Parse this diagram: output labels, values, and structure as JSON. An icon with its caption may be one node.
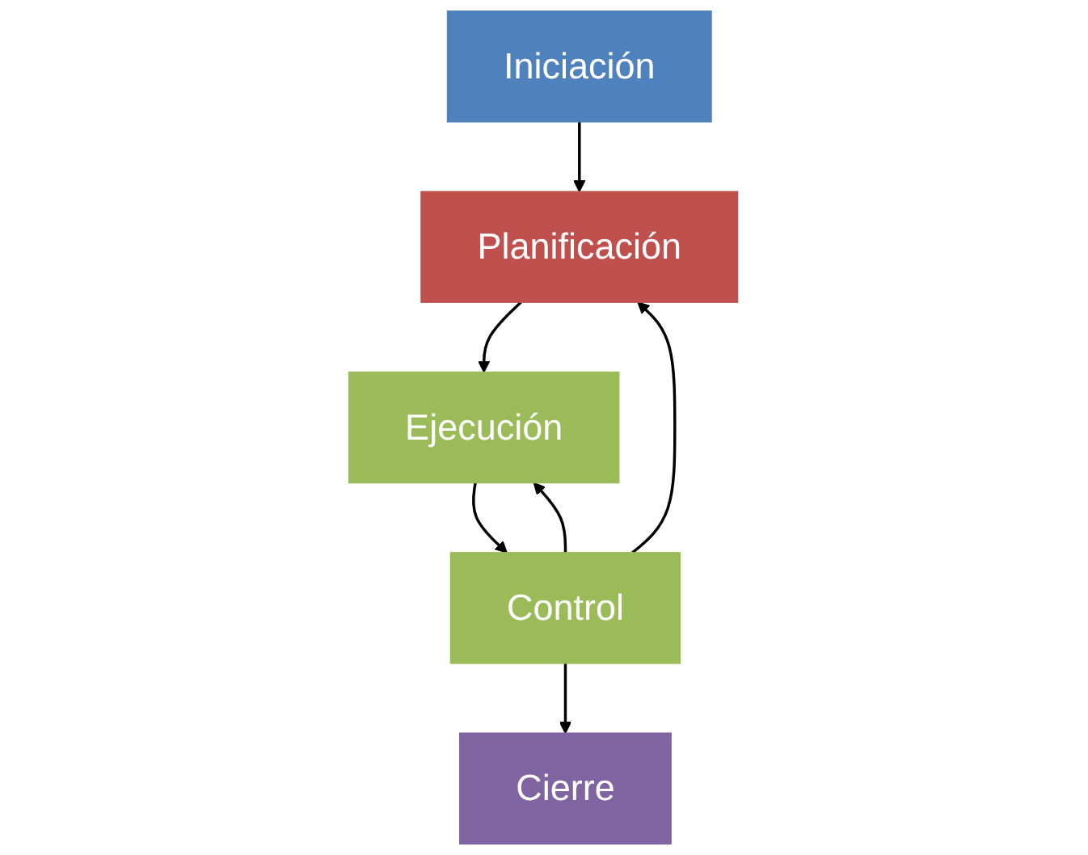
{
  "diagram": {
    "nodes": [
      {
        "text": [
          "Iniciación"
        ]
      },
      {
        "text": [
          "Planificación"
        ]
      },
      {
        "text": [
          "Control"
        ]
      },
      {
        "text": [
          "Ejecución"
        ]
      },
      {
        "text": [
          "Cierre"
        ]
      }
    ],
    "edges": [
      {
        "from": 0,
        "to": 1,
        "arrow": "to"
      },
      {
        "from": 2,
        "to": 1,
        "arrow": "to"
      },
      {
        "from": 1,
        "to": 3,
        "arrow": "to"
      },
      {
        "from": 3,
        "to": 2,
        "arrow": "to"
      },
      {
        "from": 2,
        "to": 3,
        "arrow": "to"
      },
      {
        "from": 2,
        "to": 4,
        "arrow": "to"
      }
    ]
  }
}
